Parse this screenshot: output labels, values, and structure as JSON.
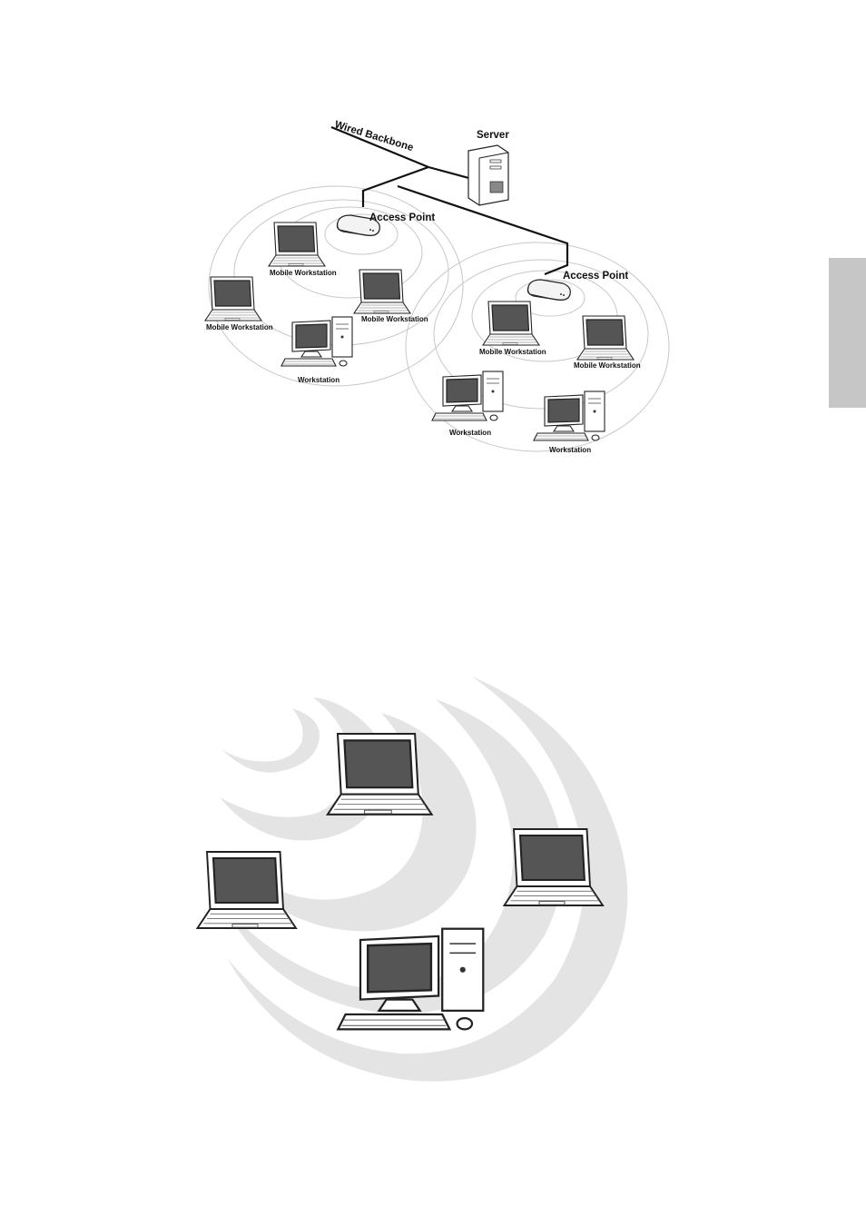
{
  "diagram_top": {
    "backbone_label": "Wired Backbone",
    "server_label": "Server",
    "access_points": [
      {
        "label": "Access Point"
      },
      {
        "label": "Access Point"
      }
    ],
    "devices_left": [
      {
        "label": "Mobile Workstation"
      },
      {
        "label": "Mobile Workstation"
      },
      {
        "label": "Mobile Workstation"
      },
      {
        "label": "Workstation"
      }
    ],
    "devices_right": [
      {
        "label": "Mobile Workstation"
      },
      {
        "label": "Mobile Workstation"
      },
      {
        "label": "Workstation"
      },
      {
        "label": "Workstation"
      }
    ]
  },
  "diagram_bottom": {
    "devices": [
      "laptop-icon",
      "laptop-icon",
      "laptop-icon",
      "desktop-computer-icon"
    ],
    "background": "wireless-waves",
    "wave_color": "#e4e4e4"
  },
  "side_tab_color": "#c6c6c6"
}
